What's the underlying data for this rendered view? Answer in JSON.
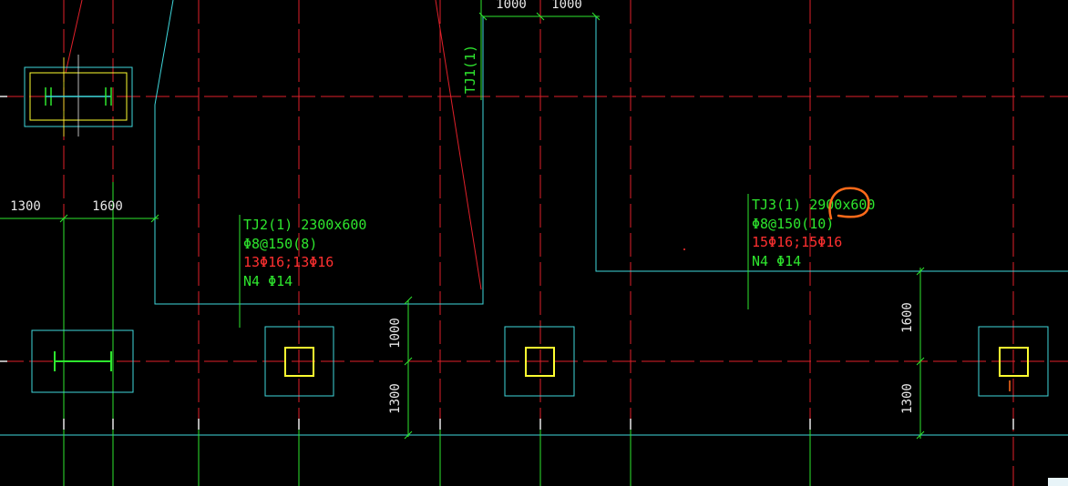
{
  "drawing": {
    "colors": {
      "background": "#000000",
      "axis_red": "#e0202a",
      "green": "#2ee62e",
      "cyan": "#3fd7dc",
      "yellow": "#ffff30",
      "orange": "#ff6a1a",
      "white": "#e8e8e8"
    },
    "dimensions": {
      "top_left": "1000",
      "top_right": "1000",
      "left_1": "1300",
      "left_2": "1600",
      "mid_upper": "1000",
      "mid_lower": "1300",
      "right_upper": "1600",
      "right_lower": "1300"
    },
    "beam_tj1": {
      "name": "TJ1(1)"
    },
    "beam_tj2": {
      "name": "TJ2(1) 2300x600",
      "stirrup": "Φ8@150(8)",
      "rebar": "13Φ16;13Φ16",
      "side": "N4 Φ14"
    },
    "beam_tj3": {
      "name": "TJ3(1) 2900x600",
      "stirrup": "Φ8@150(10)",
      "rebar": "15Φ16;15Φ16",
      "side": "N4 Φ14"
    },
    "annotation": {
      "icon": "circle-markup-icon"
    }
  }
}
